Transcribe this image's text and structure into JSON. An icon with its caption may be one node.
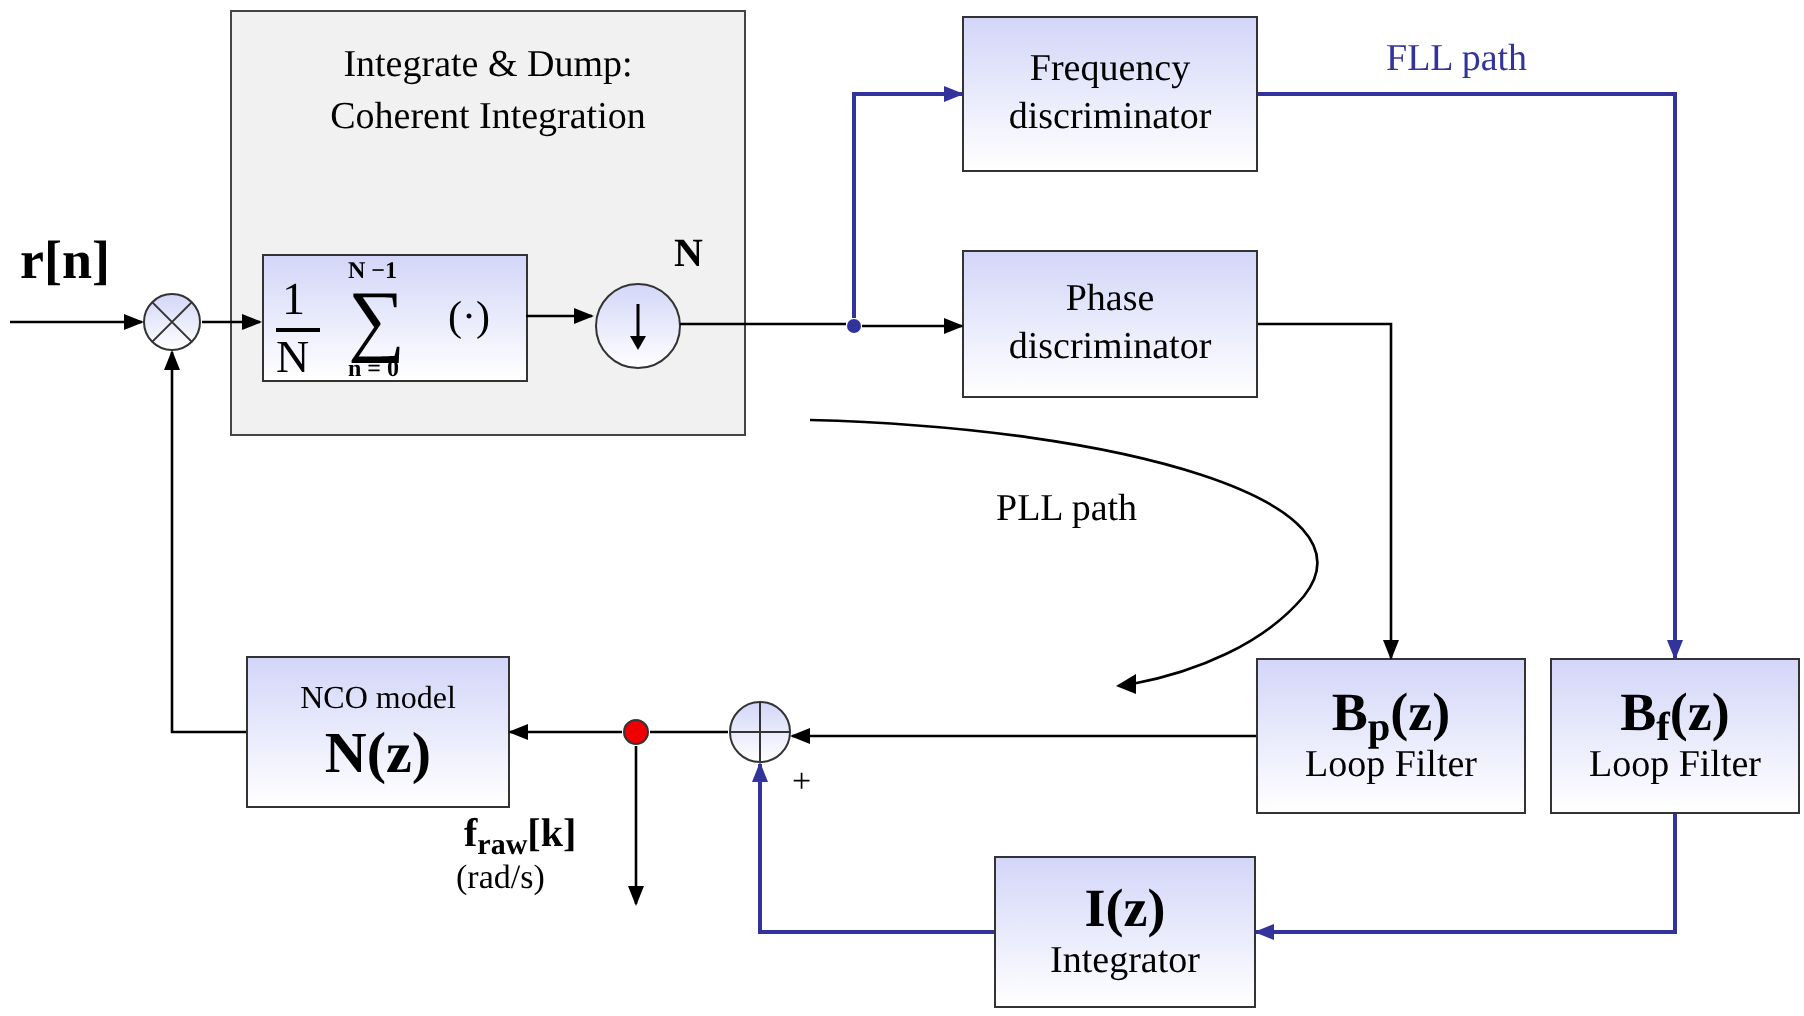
{
  "diagram": {
    "nodes": [
      {
        "text": [
          "Integrate & Dump: Coherent Integration"
        ]
      },
      {
        "text": [],
        "shape": "circle"
      },
      {
        "text": [
          "1",
          "N",
          "N −1",
          "∑",
          "n = 0",
          "(·)"
        ],
        "in": 0
      },
      {
        "text": [],
        "shape": "circle",
        "in": 0,
        "beside": [
          "N"
        ]
      },
      {
        "text": [],
        "shape": "circle"
      },
      {
        "text": [
          "Frequency discriminator"
        ]
      },
      {
        "text": [
          "Phase discriminator"
        ]
      },
      {
        "text": [
          "B$_{p}$(z)",
          "Loop Filter"
        ]
      },
      {
        "text": [
          "B$_{f}$(z)",
          "Loop Filter"
        ]
      },
      {
        "text": [
          "I(z)",
          "Integrator"
        ]
      },
      {
        "text": [],
        "shape": "circle"
      },
      {
        "text": [],
        "shape": "circle"
      },
      {
        "text": [
          "NCO model",
          "N(z)"
        ]
      }
    ],
    "edges": [
      {
        "from": null,
        "to": 1,
        "arrow": "to"
      },
      {
        "from": 1,
        "to": 2,
        "arrow": "to"
      },
      {
        "from": 2,
        "to": 3,
        "arrow": "to"
      },
      {
        "from": 3,
        "to": 4,
        "arrow": "none"
      },
      {
        "from": 4,
        "to": 5,
        "arrow": "to",
        "color": "#33339c"
      },
      {
        "from": 4,
        "to": 6,
        "arrow": "to"
      },
      {
        "from": 5,
        "to": 8,
        "arrow": "to",
        "color": "#33339c"
      },
      {
        "from": 6,
        "to": 7,
        "arrow": "to"
      },
      {
        "from": 7,
        "to": 10,
        "arrow": "to"
      },
      {
        "from": 8,
        "to": 9,
        "arrow": "to",
        "color": "#33339c"
      },
      {
        "from": 9,
        "to": 10,
        "arrow": "to",
        "color": "#33339c"
      },
      {
        "from": 10,
        "to": 11,
        "arrow": "none"
      },
      {
        "from": 11,
        "to": 12,
        "arrow": "to"
      },
      {
        "from": 11,
        "to": null,
        "arrow": "to"
      },
      {
        "from": 12,
        "to": 1,
        "arrow": "to"
      }
    ],
    "labels": [
      "r[n]",
      "FLL path",
      "PLL path",
      "f$_{raw}$[k]",
      "(rad/s)",
      "+"
    ]
  }
}
